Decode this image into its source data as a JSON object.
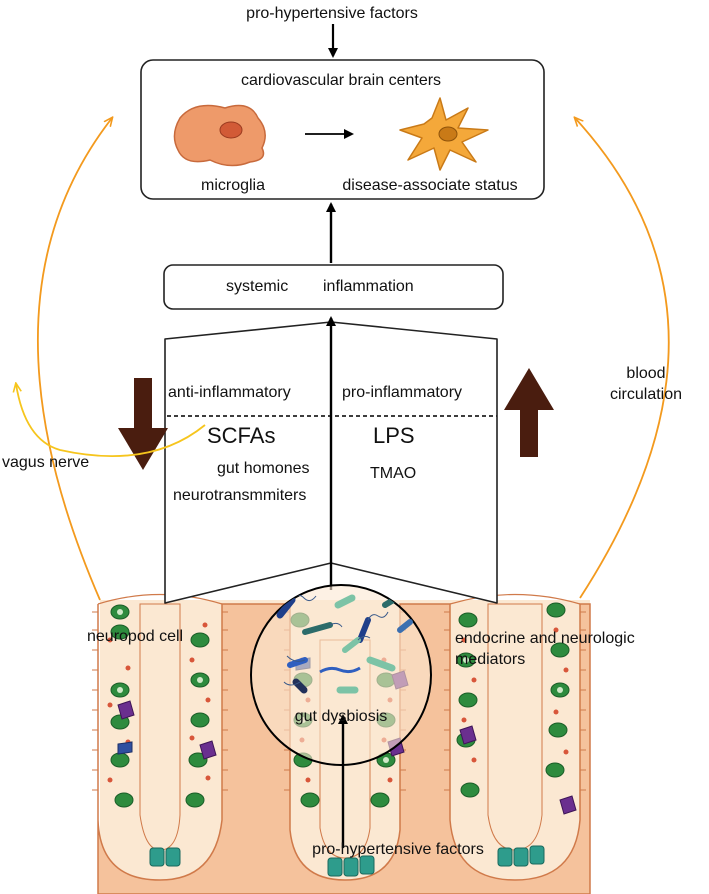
{
  "labels": {
    "top_factors": "pro-hypertensive factors",
    "brain_centers": "cardiovascular brain centers",
    "microglia": "microglia",
    "disease_status": "disease-associate status",
    "systemic": "systemic",
    "inflammation": "inflammation",
    "anti_inflammatory": "anti-inflammatory",
    "pro_inflammatory": "pro-inflammatory",
    "scfas": "SCFAs",
    "lps": "LPS",
    "gut_hormones": "gut homones",
    "neurotransmitters": "neurotransmmiters",
    "tmao": "TMAO",
    "vagus_nerve": "vagus nerve",
    "blood_circulation_1": "blood",
    "blood_circulation_2": "circulation",
    "neuropod_cell": "neuropod cell",
    "endocrine_1": "endocrine and neurologic",
    "endocrine_2": "mediators",
    "gut_dysbiosis": "gut dysbiosis",
    "bottom_factors": "pro-hypertensive factors"
  },
  "colors": {
    "orange_arrow": "#f39a1e",
    "yellow_arrow": "#f6c51d",
    "brown_arrow": "#4a1d0f",
    "tissue": "#f7c9a6",
    "tissue_bg": "#fbe8d2",
    "goblet": "#2e8b3e",
    "enteroendocrine": "#6a2f8f",
    "stem": "#2e9c8c",
    "microglia_rest": "#ee9a6a",
    "microglia_active": "#f4a83a"
  }
}
